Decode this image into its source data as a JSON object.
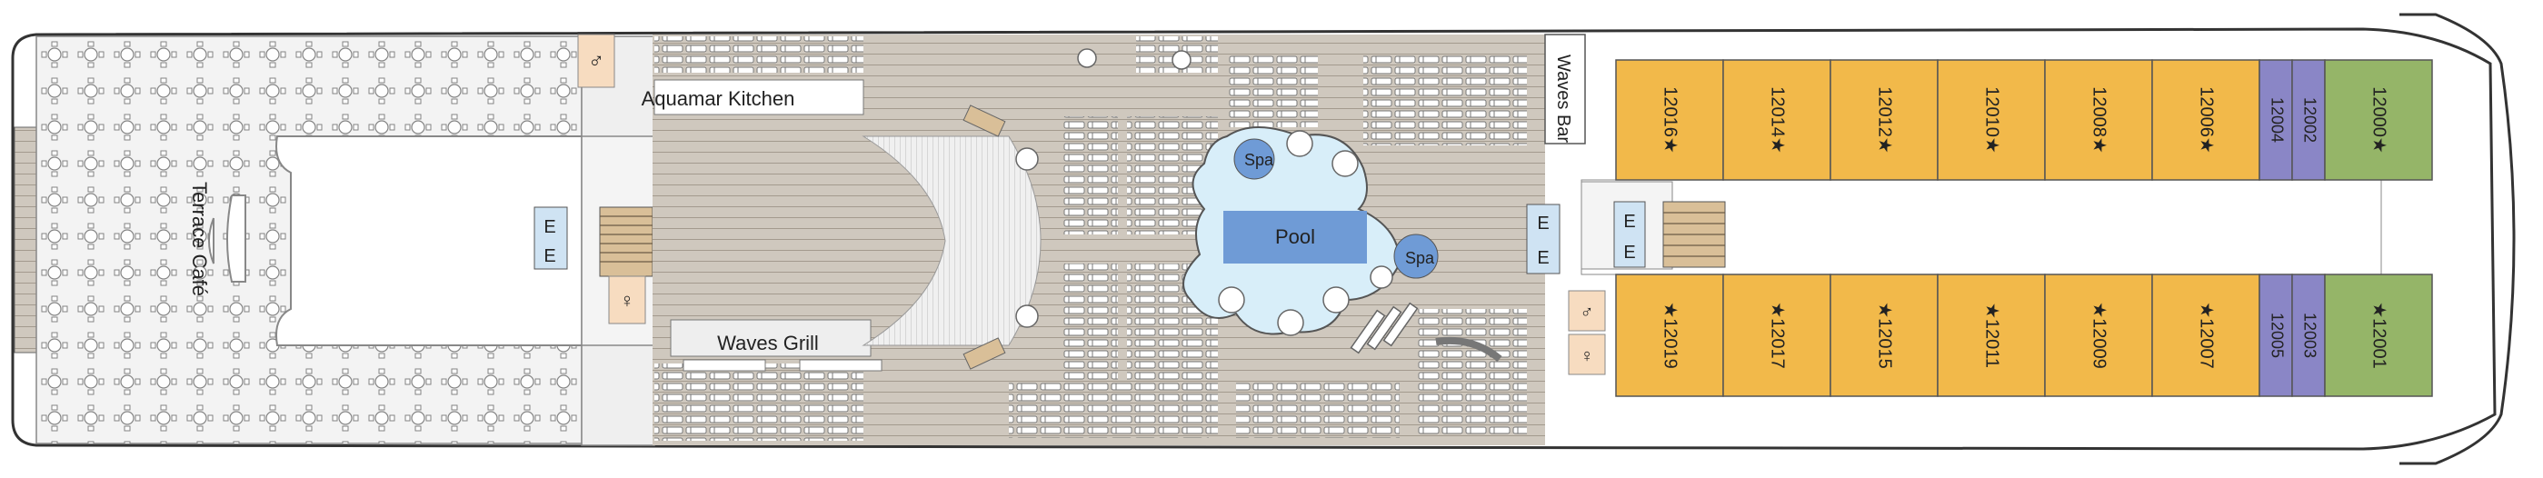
{
  "venues": {
    "terrace_cafe": "Terrace Café",
    "aquamar_kitchen": "Aquamar Kitchen",
    "waves_grill": "Waves Grill",
    "waves_bar": "Waves Bar",
    "pool": "Pool",
    "spa_1": "Spa",
    "spa_2": "Spa"
  },
  "elevator_label": "E",
  "staterooms": {
    "port": [
      {
        "number": "12016★",
        "category": "concierge"
      },
      {
        "number": "12014★",
        "category": "concierge"
      },
      {
        "number": "12012★",
        "category": "concierge"
      },
      {
        "number": "12010★",
        "category": "concierge"
      },
      {
        "number": "12008★",
        "category": "concierge"
      },
      {
        "number": "12006★",
        "category": "concierge"
      },
      {
        "number": "12004",
        "category": "penthouse"
      },
      {
        "number": "12002",
        "category": "penthouse"
      },
      {
        "number": "12000★",
        "category": "owners"
      }
    ],
    "starboard": [
      {
        "number": "★12019",
        "category": "concierge"
      },
      {
        "number": "★12017",
        "category": "concierge"
      },
      {
        "number": "★12015",
        "category": "concierge"
      },
      {
        "number": "★12011",
        "category": "concierge"
      },
      {
        "number": "★12009",
        "category": "concierge"
      },
      {
        "number": "★12007",
        "category": "concierge"
      },
      {
        "number": "12005",
        "category": "penthouse"
      },
      {
        "number": "12003",
        "category": "penthouse"
      },
      {
        "number": "★12001",
        "category": "owners"
      }
    ]
  },
  "colors": {
    "deck_wood": "#c9c2b8",
    "interior": "#ececec",
    "pool_water": "#d8eef9",
    "pool_inner": "#6f9bd6",
    "spa": "#6f9bd6",
    "concierge": "#f2b94a",
    "penthouse": "#8a86c6",
    "owners": "#95b568",
    "stairs": "#d9bf98",
    "restroom": "#f7dcc0",
    "elevator": "#cfe3f3"
  },
  "icons": [
    "restroom-icon",
    "elevator-icon",
    "stairs-icon"
  ]
}
